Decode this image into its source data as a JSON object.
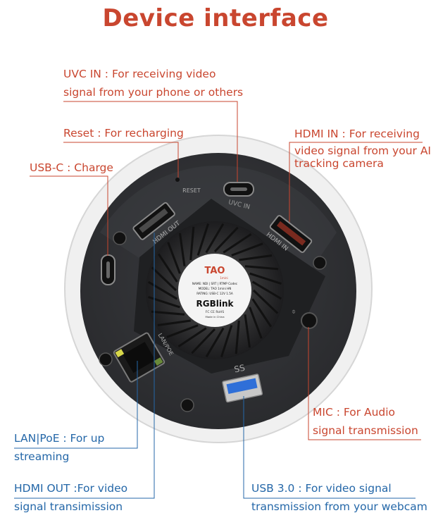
{
  "title": "Device interface",
  "labels": {
    "uvc_in": [
      "UVC IN : For receiving video",
      "signal from your phone or others"
    ],
    "reset": [
      "Reset : For recharging"
    ],
    "usbc": [
      "USB-C : Charge"
    ],
    "hdmi_in": [
      "HDMI IN :  For receiving",
      "video signal from your AI",
      "tracking camera"
    ],
    "mic": [
      "MIC : For Audio",
      "signal transmission"
    ],
    "lan": [
      "LAN|PoE : For up",
      "streaming"
    ],
    "hdmi_out": [
      "HDMI OUT :For video",
      "signal transimission"
    ],
    "usb3": [
      "USB 3.0 : For video signal",
      "transmission from your webcam"
    ]
  },
  "device": {
    "port_reset": "RESET",
    "port_uvc": "UVC  IN",
    "port_hdmi_out": "HDMI OUT",
    "port_hdmi_in": "HDMI IN",
    "port_lan": "LAN/POE",
    "port_usb3": "SS",
    "brand_logo": "TAO",
    "brand_sub": "1mini",
    "spec_name": "NAME: NDI | SRT | RTMP Codec",
    "spec_model": "MODEL: TAO 1mini HN",
    "spec_rating": "RATING: USB-C 12V 1.5A",
    "brand": "RGBlink",
    "cert": "FC CE RoHS",
    "made": "Made in China"
  },
  "colors": {
    "orange": "#c9462f",
    "blue": "#2467a8"
  }
}
